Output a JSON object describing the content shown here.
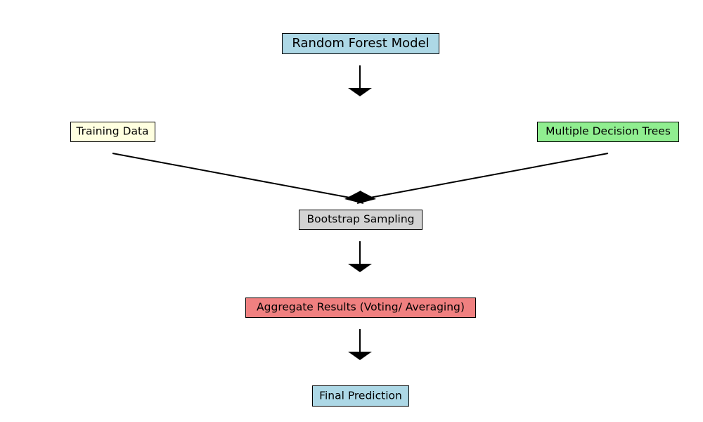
{
  "nodes": {
    "random_forest_model": {
      "label": "Random Forest Model",
      "color": "#add8e6"
    },
    "training_data": {
      "label": "Training Data",
      "color": "#ffffe0"
    },
    "multiple_decision_trees": {
      "label": "Multiple Decision Trees",
      "color": "#90ee90"
    },
    "bootstrap_sampling": {
      "label": "Bootstrap Sampling",
      "color": "#d3d3d3"
    },
    "aggregate_results": {
      "label": "Aggregate Results (Voting/ Averaging)",
      "color": "#f08080"
    },
    "final_prediction": {
      "label": "Final Prediction",
      "color": "#add8e6"
    }
  },
  "edges": [
    {
      "from": "random_forest_model",
      "to": "bootstrap_sampling"
    },
    {
      "from": "training_data",
      "to": "bootstrap_sampling"
    },
    {
      "from": "multiple_decision_trees",
      "to": "bootstrap_sampling"
    },
    {
      "from": "bootstrap_sampling",
      "to": "aggregate_results"
    },
    {
      "from": "aggregate_results",
      "to": "final_prediction"
    }
  ]
}
